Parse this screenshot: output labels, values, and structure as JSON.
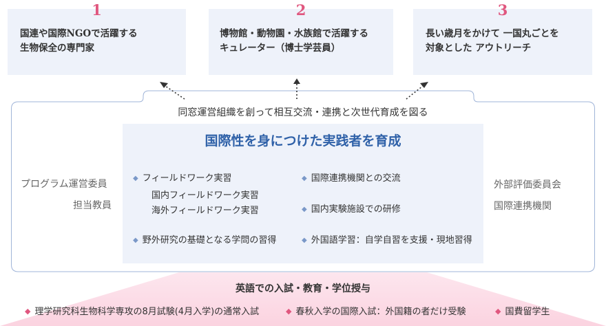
{
  "careers": [
    {
      "number": "1",
      "text": "国連や国際NGOで活躍する\n生物保全の専門家"
    },
    {
      "number": "2",
      "text": "博物館・動物園・水族館で活躍する\nキュレーター（博士学芸員）"
    },
    {
      "number": "3",
      "text": "長い歳月をかけて 一国丸ごとを\n対象とした アウトリーチ"
    }
  ],
  "subtitle": "同窓運営組織を創って相互交流・連携と次世代育成を図る",
  "core": {
    "title": "国際性を身につけた実践者を育成",
    "left_items": [
      {
        "label": "フィールドワーク実習",
        "sub": [
          "国内フィールドワーク実習",
          "海外フィールドワーク実習"
        ]
      },
      {
        "label": "野外研究の基礎となる学問の習得",
        "sub": []
      }
    ],
    "right_items": [
      {
        "label": "国際連携機関との交流"
      },
      {
        "label": "国内実験施設での研修"
      },
      {
        "label": "外国語学習：自学自習を支援・現地習得"
      }
    ]
  },
  "left_side": [
    "プログラム運営委員",
    "担当教員"
  ],
  "right_side": [
    "外部評価委員会",
    "国際連携機関"
  ],
  "admission": {
    "title": "英語での入試・教育・学位授与",
    "items": [
      "理学研究科生物科学専攻の8月試験(4月入学)の通常入試",
      "春秋入学の国際入試：外国籍の者だけ受験",
      "国費留学生"
    ]
  },
  "colors": {
    "accent_pink": "#e0577f",
    "title_blue": "#2f61a8",
    "box_bg": "#eef2fa",
    "frame": "#9fb4d8"
  }
}
